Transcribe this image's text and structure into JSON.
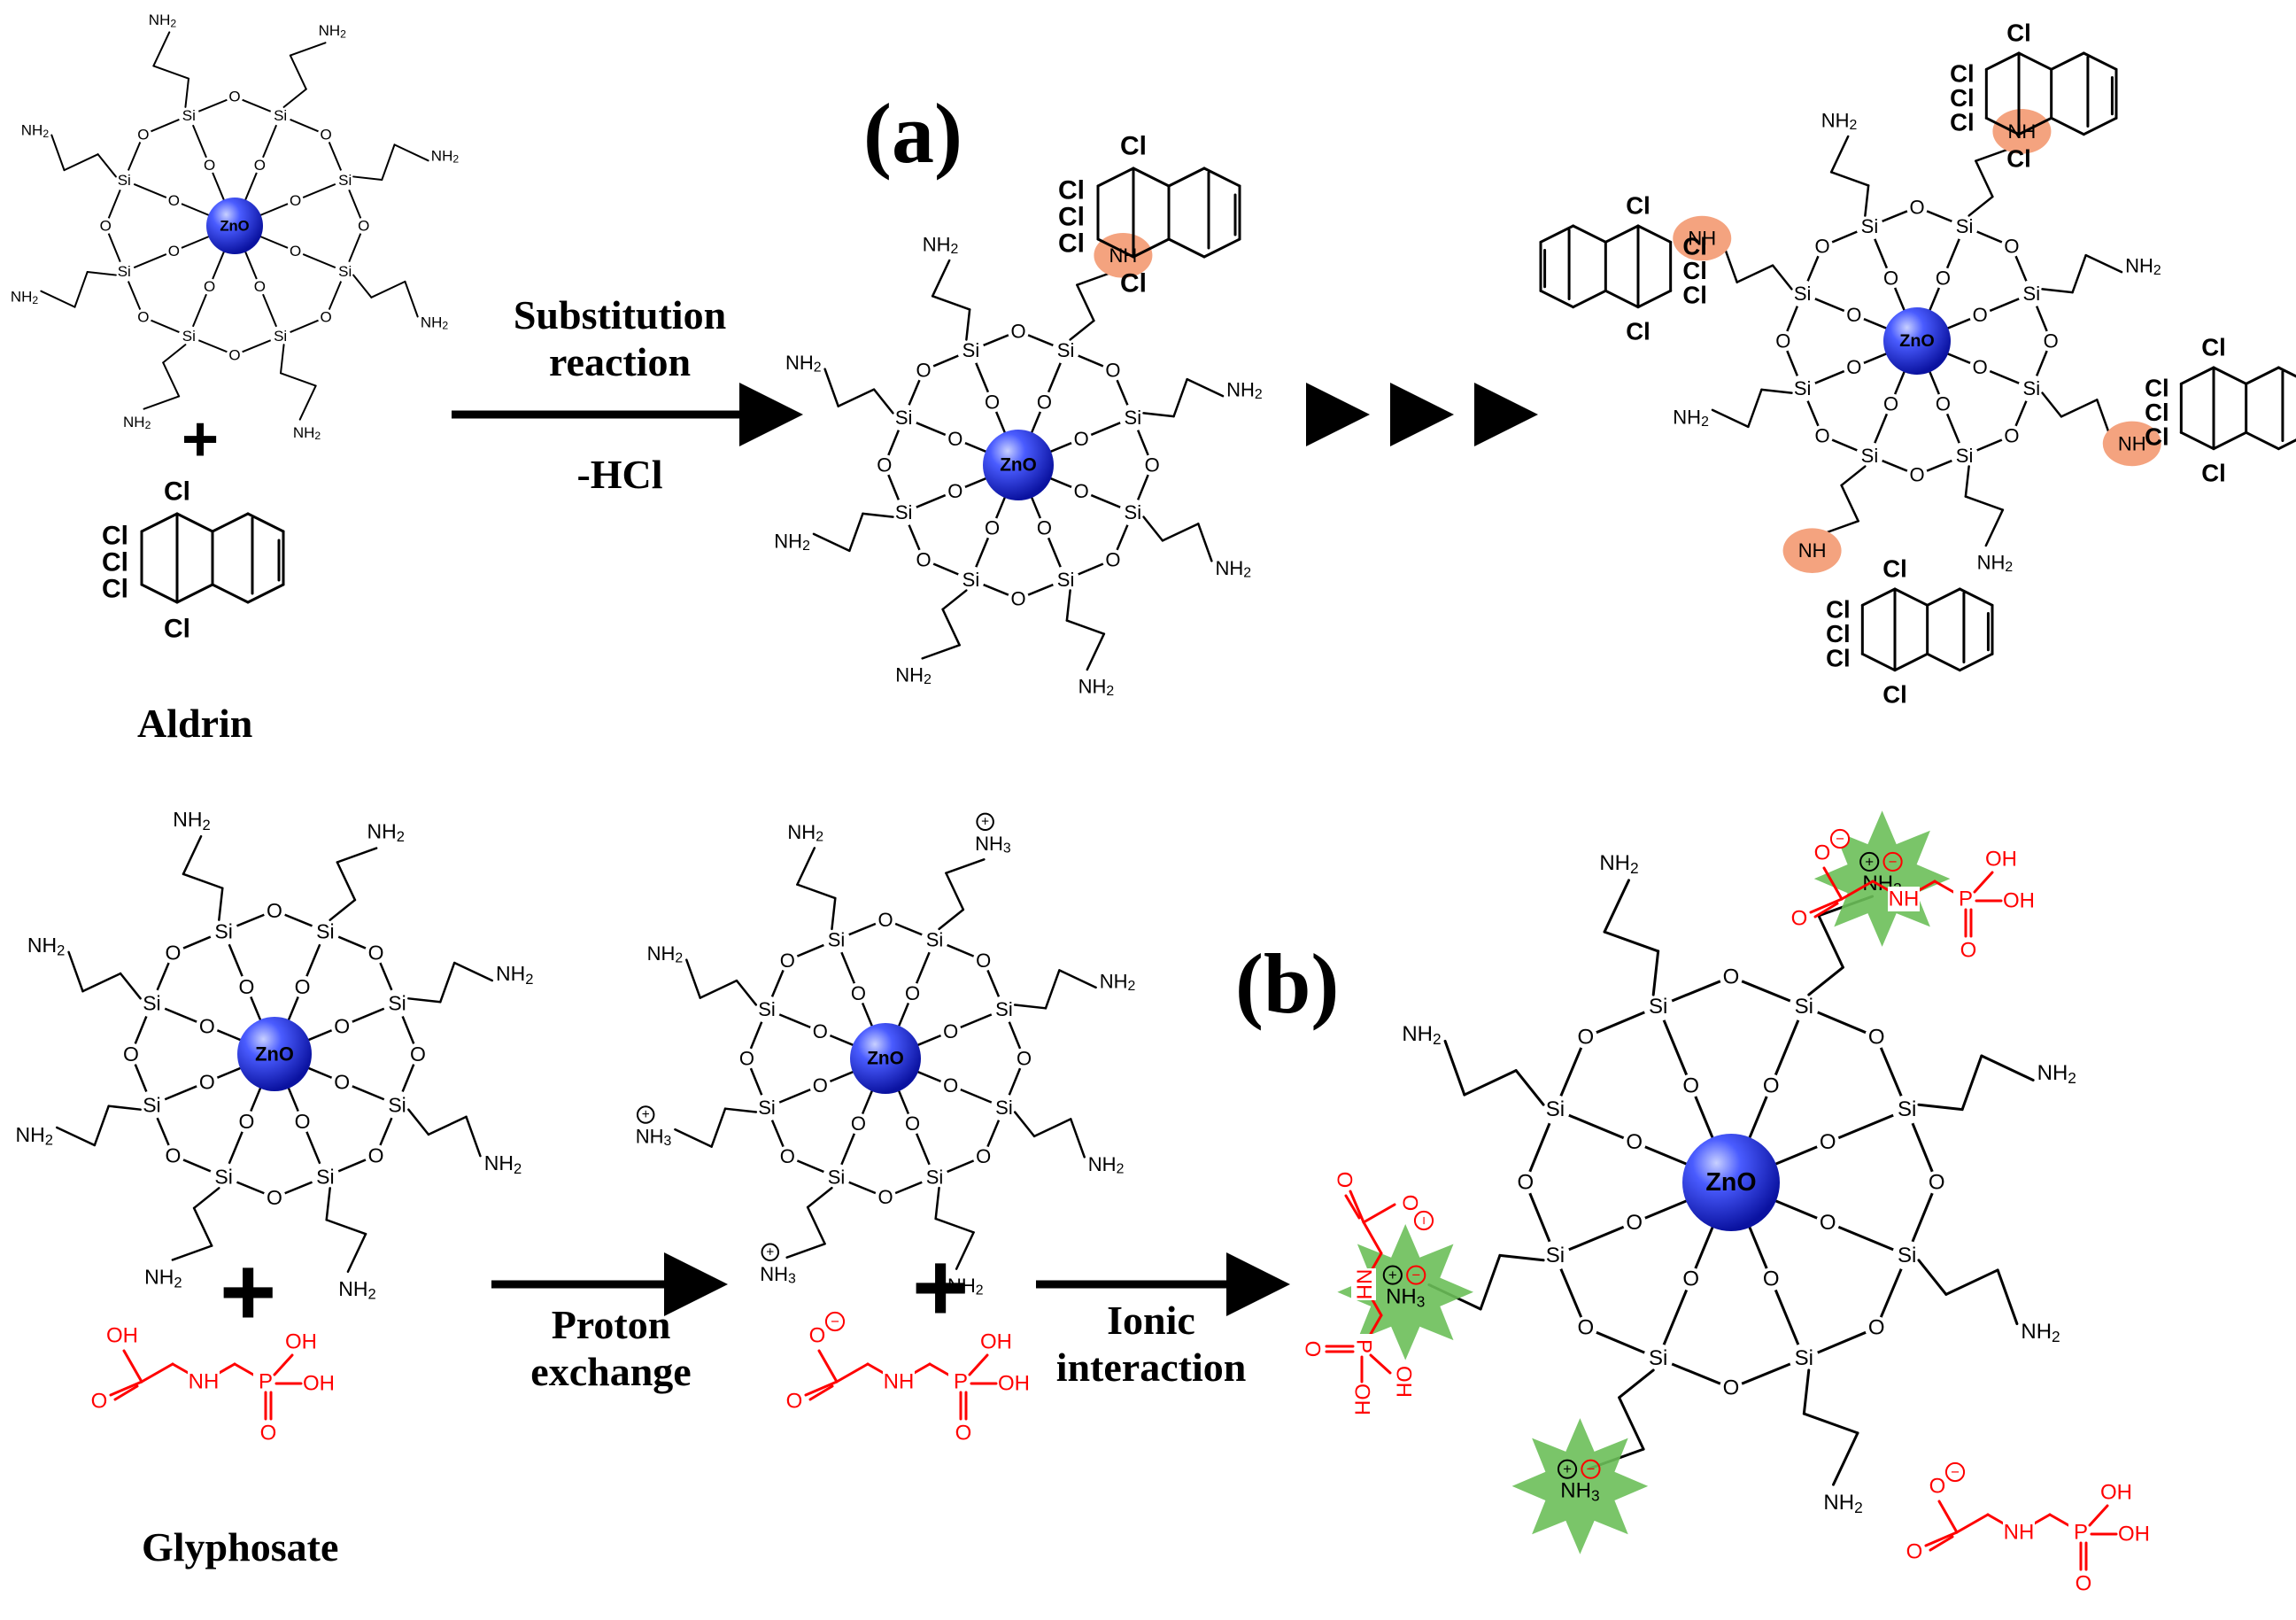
{
  "panels": {
    "a": "(a)",
    "b": "(b)"
  },
  "reaction_a": {
    "step_line1": "Substitution",
    "step_line2": "reaction",
    "byproduct": "-HCl",
    "plus": "+",
    "reactant_caption": "Aldrin"
  },
  "reaction_b": {
    "step1_line1": "Proton",
    "step1_line2": "exchange",
    "step2_line1": "Ionic",
    "step2_line2": "interaction",
    "plus": "+",
    "reactant_caption": "Glyphosate"
  },
  "atoms": {
    "core": "ZnO",
    "si": "Si",
    "o": "O",
    "nh2": "NH2",
    "nh": "NH",
    "cl": "Cl",
    "nh3": "NH3",
    "oh": "OH",
    "p": "P",
    "h": "H",
    "n": "N",
    "plus_charge": "+",
    "minus_charge": "−"
  },
  "colors": {
    "core_sphere": "#2233dd",
    "amine_highlight": "#f4a37f",
    "ionic_star": "#6bbf59",
    "glyphosate": "#ff0000",
    "bonds": "#000000"
  }
}
